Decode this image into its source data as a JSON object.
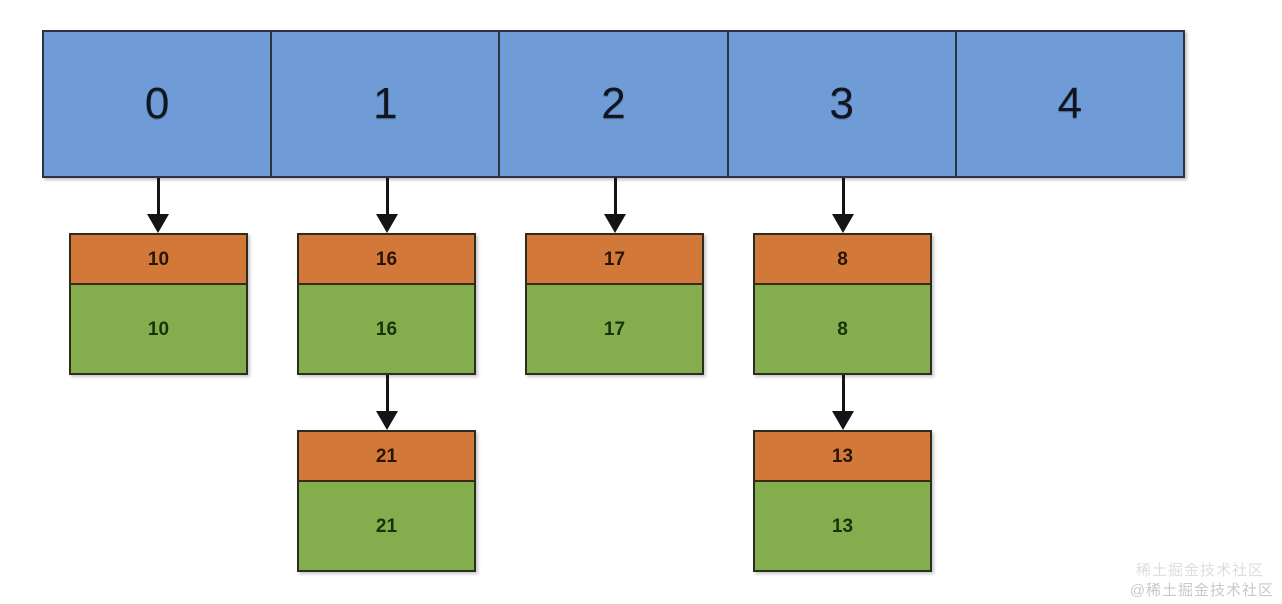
{
  "diagram": {
    "title": "hash-table-with-separate-chaining",
    "colors": {
      "bucket_fill": "#6f9bd7",
      "bucket_border": "#2b3440",
      "key_fill": "#d2793a",
      "value_fill": "#84ae4e",
      "node_border": "#2c2c20",
      "arrow": "#141414",
      "background": "#ffffff"
    },
    "bucket_array": {
      "name": "hash-bucket-array",
      "cells": [
        {
          "index": "0"
        },
        {
          "index": "1"
        },
        {
          "index": "2"
        },
        {
          "index": "3"
        },
        {
          "index": "4"
        }
      ]
    },
    "chains": [
      {
        "bucket": "0",
        "nodes": [
          {
            "key": "10",
            "value": "10"
          }
        ]
      },
      {
        "bucket": "1",
        "nodes": [
          {
            "key": "16",
            "value": "16"
          },
          {
            "key": "21",
            "value": "21"
          }
        ]
      },
      {
        "bucket": "2",
        "nodes": [
          {
            "key": "17",
            "value": "17"
          }
        ]
      },
      {
        "bucket": "3",
        "nodes": [
          {
            "key": "8",
            "value": "8"
          },
          {
            "key": "13",
            "value": "13"
          }
        ]
      },
      {
        "bucket": "4",
        "nodes": []
      }
    ]
  },
  "watermark": {
    "text": "@稀土掘金技术社区",
    "ghost_text": "稀土掘金技术社区"
  }
}
